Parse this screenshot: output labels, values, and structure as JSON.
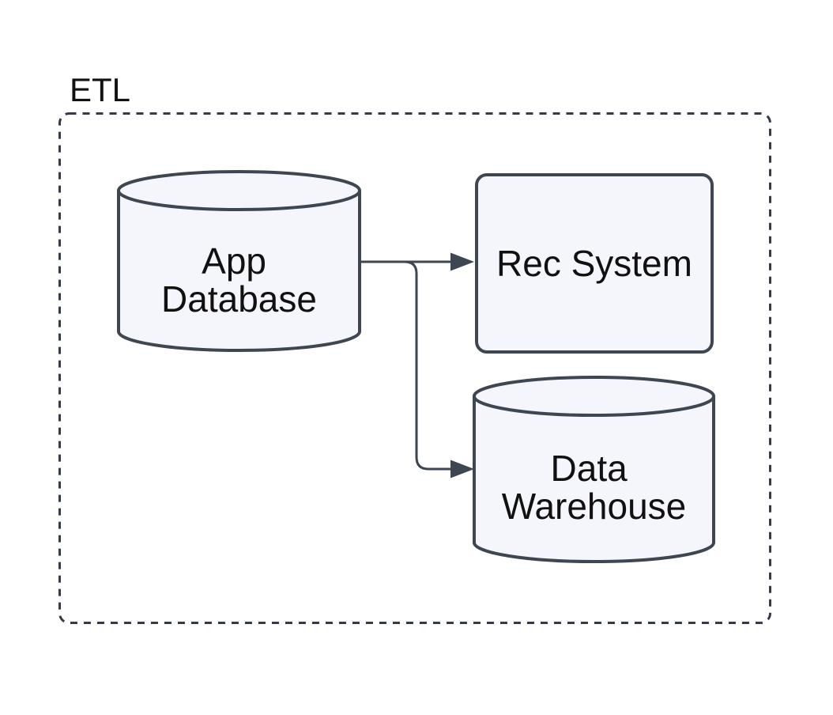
{
  "diagram": {
    "type": "flowchart",
    "container": {
      "label": "ETL"
    },
    "nodes": {
      "app_database": {
        "label": "App Database",
        "line1": "App",
        "line2": "Database",
        "shape": "cylinder"
      },
      "rec_system": {
        "label": "Rec System",
        "line1": "Rec System",
        "shape": "rounded-rectangle"
      },
      "data_warehouse": {
        "label": "Data Warehouse",
        "line1": "Data",
        "line2": "Warehouse",
        "shape": "cylinder"
      }
    },
    "edges": [
      {
        "from": "App Database",
        "to": "Rec System",
        "style": "solid-arrow"
      },
      {
        "from": "App Database",
        "to": "Data Warehouse",
        "style": "solid-arrow"
      }
    ],
    "colors": {
      "background": "#ffffff",
      "node_fill": "#f5f5fc",
      "node_stroke": "#3e4652",
      "edge_stroke": "#3e4652",
      "container_border": "#343b46",
      "text": "#111111"
    }
  }
}
